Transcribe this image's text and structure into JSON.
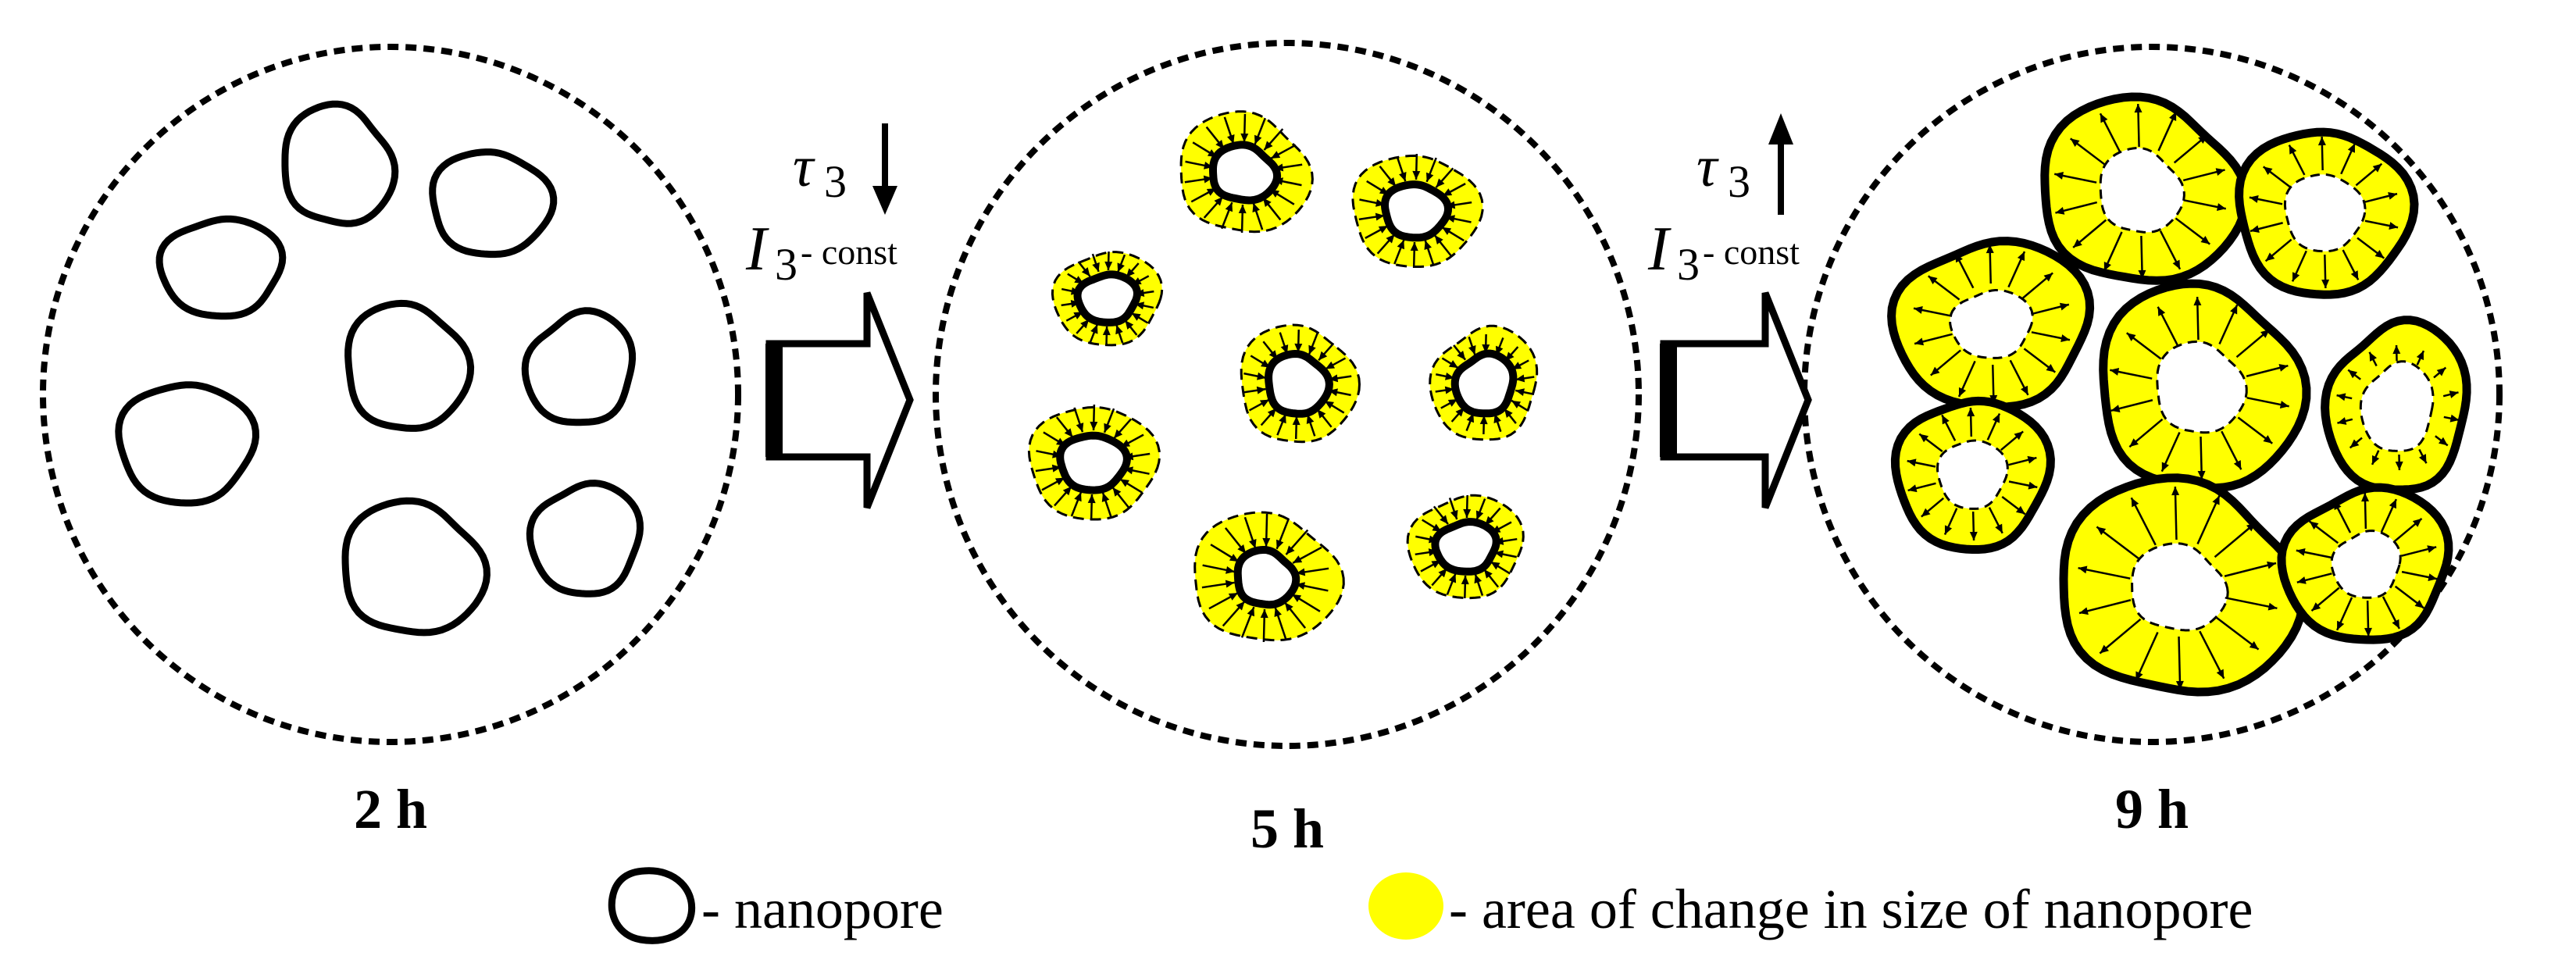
{
  "panels": [
    {
      "label": "2 h"
    },
    {
      "label": "5 h"
    },
    {
      "label": "9 h"
    }
  ],
  "transitions": [
    {
      "tau_symbol": "τ",
      "tau_subscript": "3",
      "tau_direction": "down",
      "i_symbol": "I",
      "i_subscript": "3",
      "condition": "- const"
    },
    {
      "tau_symbol": "τ",
      "tau_subscript": "3",
      "tau_direction": "up",
      "i_symbol": "I",
      "i_subscript": "3",
      "condition": "- const"
    }
  ],
  "legend": {
    "nanopore_label": "- nanopore",
    "area_label": "- area of change in size of nanopore"
  },
  "colors": {
    "stroke": "#000000",
    "fill_yellow": "#ffff00",
    "background": "#ffffff"
  }
}
